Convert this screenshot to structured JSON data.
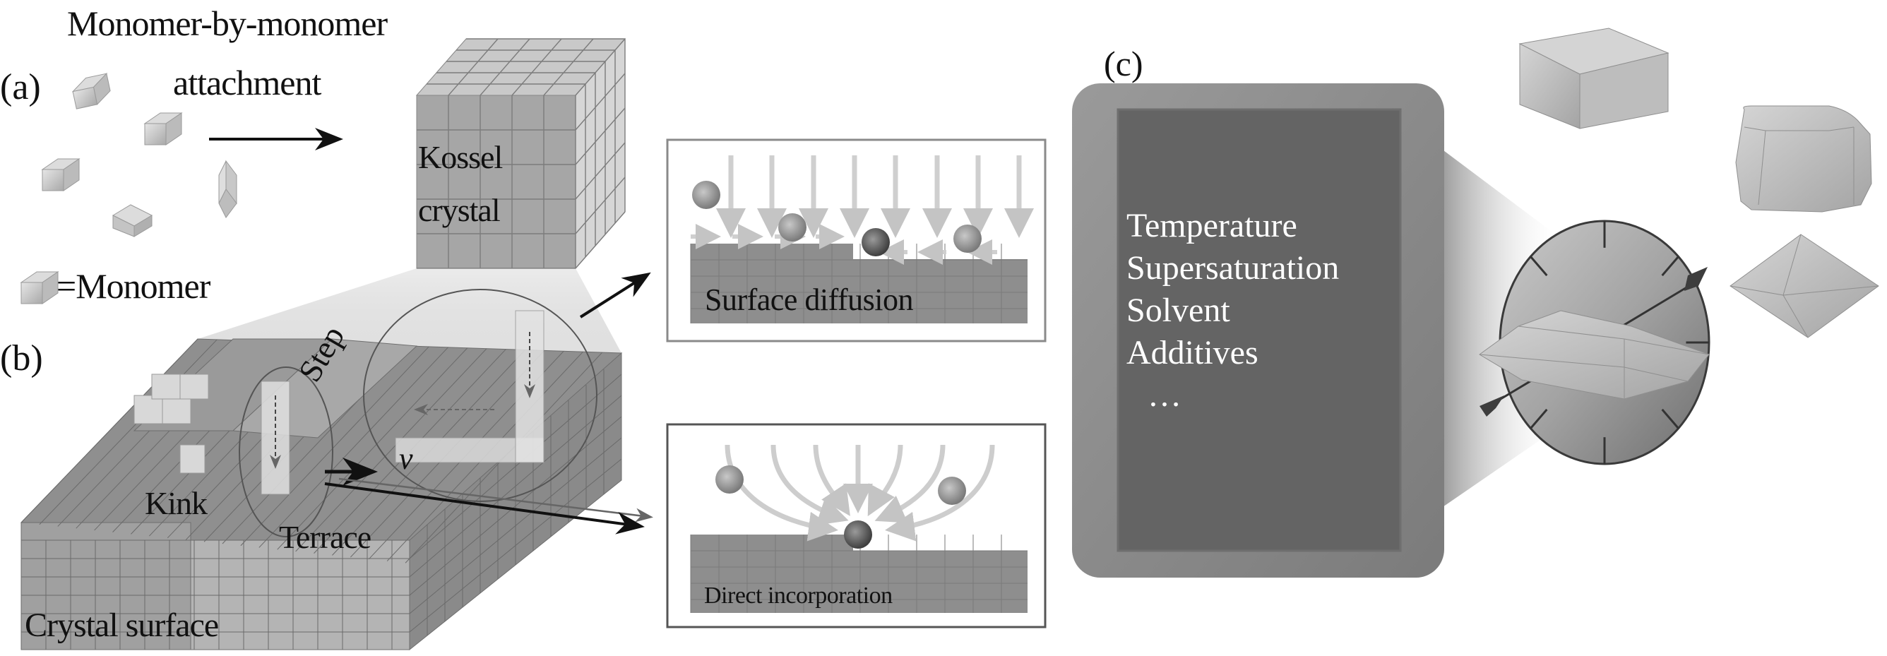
{
  "panel_a": {
    "label": "(a)",
    "title_line1": "Monomer-by-monomer",
    "title_line2": "attachment",
    "kossel_line1": "Kossel",
    "kossel_line2": "crystal",
    "legend": "=Monomer"
  },
  "panel_b": {
    "label": "(b)",
    "step": "Step",
    "kink": "Kink",
    "terrace": "Terrace",
    "velocity": "v",
    "surface": "Crystal surface",
    "inset_surface_diffusion": "Surface diffusion",
    "inset_direct_incorporation": "Direct incorporation"
  },
  "panel_c": {
    "label": "(c)",
    "factors": [
      "Temperature",
      "Supersaturation",
      "Solvent",
      "Additives",
      "…"
    ],
    "crystal_shapes": [
      "cube",
      "truncated-cube",
      "octahedron",
      "elongated-prism"
    ]
  },
  "colors": {
    "ink": "#111111",
    "board": "#646464",
    "frame": "#8a8a8a",
    "crystal_fill": "#bdbdbd",
    "block_dark": "#7d7d7d",
    "block_light": "#a9a9a9",
    "inset_ground": "#8e8e8e"
  }
}
